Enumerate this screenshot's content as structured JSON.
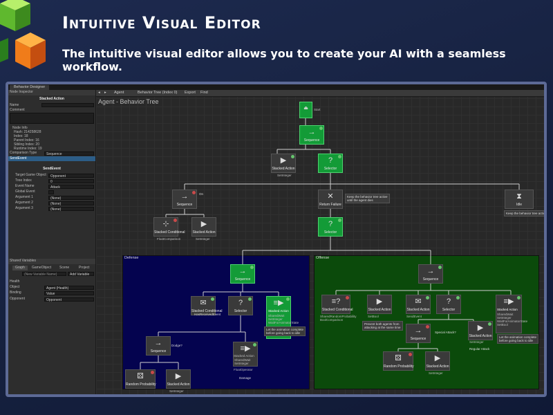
{
  "header": {
    "title": "Intuitive Visual Editor",
    "subtitle": "The intuitive visual editor allows you to create your AI with a seamless workflow."
  },
  "window": {
    "tab": "Behavior Designer"
  },
  "inspector": {
    "tab": "Node Inspector",
    "node_title": "Stacked Action",
    "name_label": "Name",
    "comment_label": "Comment",
    "node_info_label": "Node Info",
    "info_lines": [
      "Hash: 214258628",
      "Index: 18",
      "Parent Index: 16",
      "Sibling Index: 20",
      "Runtime Index: 19"
    ],
    "comparison_label": "Comparison Type",
    "comparison_value": "Sequence",
    "selected_task": "SendEvent",
    "task_header": "SendEvent",
    "fields": [
      {
        "label": "Target Game Object",
        "value": "Opponent"
      },
      {
        "label": "Tree Index",
        "value": "0"
      },
      {
        "label": "Event Name",
        "value": "Attack"
      },
      {
        "label": "Global Event",
        "value": ""
      },
      {
        "label": "Argument 1",
        "value": "(None)"
      },
      {
        "label": "Argument 2",
        "value": "(None)"
      },
      {
        "label": "Argument 3",
        "value": "(None)"
      }
    ]
  },
  "variables": {
    "title": "Shared Variables",
    "tabs": [
      "Graph",
      "GameObject",
      "Scene",
      "Project"
    ],
    "new_placeholder": "(New Variable Name)",
    "add_label": "Add Variable",
    "rows": [
      {
        "label": "Health",
        "value": ""
      },
      {
        "label": "Object",
        "value": "Agent (Health)"
      },
      {
        "label": "Binding",
        "value": "Value"
      },
      {
        "label": "Opponent",
        "value": "Opponent"
      }
    ]
  },
  "toolbar": {
    "agent": "Agent",
    "tree": "Behavior Tree (Index 0)",
    "export": "Export",
    "find": "Find"
  },
  "graph": {
    "title": "Agent - Behavior Tree",
    "region_defense": "Defense",
    "region_offense": "Offense",
    "nodes": {
      "start": "Start",
      "seq1": "Sequence",
      "stacked_top": "Stacked Action",
      "stacked_top_sub": "SetInteger",
      "selector1": "Selector",
      "seq_left": "Sequence",
      "on_tag": "On",
      "stacked_cond_left": "Stacked Conditional",
      "stacked_cond_left_sub": "FloatComparison",
      "stacked_act_left": "Stacked Action",
      "stacked_act_left_sub": "SetInteger",
      "return_failure": "Return Failure",
      "return_failure_comment": [
        "Keep the behavior tree active",
        "until the agent dies"
      ],
      "idle": "Idle",
      "idle_comment": "Keep the behavior tree active",
      "selector2": "Selector",
      "def_seq": "Sequence",
      "def_cond": "Stacked Conditional",
      "def_cond_sub": "HasReceivedEvent",
      "def_selector": "Selector",
      "def_act": "Stacked Action",
      "def_act_sub": [
        "SharedWait",
        "SetInteger",
        "WaitForAnimatorState"
      ],
      "def_act_comment": [
        "Let the animation complete",
        "before going back to idle"
      ],
      "def_seq2": "Sequence",
      "dodge_tag": "Dodge?",
      "def_act2": "Stacked Action",
      "def_act2_sub": [
        "SharedWait",
        "SetInteger",
        "FloatOperator"
      ],
      "damage_tag": "Damage",
      "def_random": "Random Probability",
      "def_act3": "Stacked Action",
      "def_act3_sub": "SetInteger",
      "off_seq": "Sequence",
      "off_cond": "Stacked Conditional",
      "off_cond_sub": [
        "SharedRandomProbability",
        "BoolComparison"
      ],
      "off_act1": "Stacked Action",
      "off_act1_sub": "SetBool",
      "off_act1_comment": [
        "Prevent both agents from",
        "attacking at the same time"
      ],
      "off_send": "Stacked Action",
      "off_send_sub": "SendEvent",
      "off_selector": "Selector",
      "off_act_right": "Stacked Action",
      "off_act_right_sub": [
        "SharedWait",
        "SetInteger",
        "WaitForAnimatorState",
        "SetBool"
      ],
      "off_act_right_comment": [
        "Let the animation complete",
        "before going back to idle"
      ],
      "off_seq2": "Sequence",
      "special_tag": "Special Attack?",
      "off_act_mid": "Stacked Action",
      "off_act_mid_sub": "SetInteger",
      "regular_tag": "Regular Attack",
      "off_random": "Random Probability",
      "off_act_low": "Stacked Action",
      "off_act_low_sub": "SetInteger"
    }
  },
  "colors": {
    "node_green": "#139b37",
    "defense_bg": "#04034f",
    "offense_bg": "#0b4a0b",
    "wire": "#cfcfcf"
  }
}
